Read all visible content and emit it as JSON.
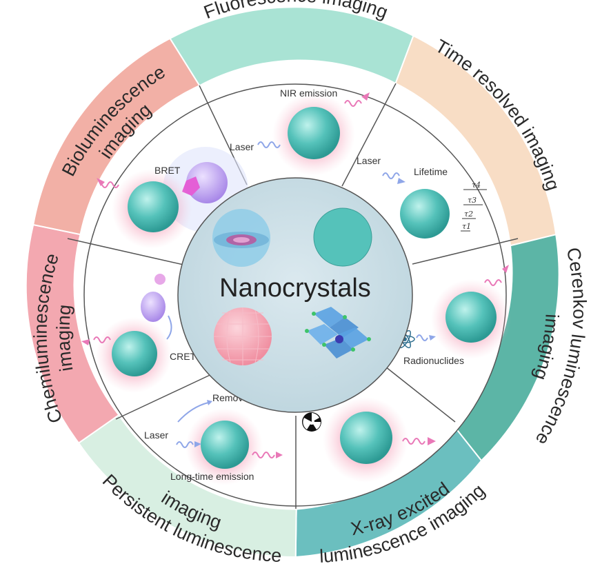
{
  "center": {
    "title": "Nanocrystals"
  },
  "segments": {
    "fluorescence": {
      "title": "Fluorescence imaging",
      "color": "#a9e3d4"
    },
    "time_resolved": {
      "title": "Time resolved imaging",
      "color": "#f8ddc5"
    },
    "cerenkov": {
      "title_line1": "Cerenkov luminescence",
      "title_line2": "imaging",
      "color": "#5cb5a6"
    },
    "xray": {
      "title_line1": "X-ray excited",
      "title_line2": "luminescence imaging",
      "color": "#6bbfbf"
    },
    "persistent": {
      "title_line1": "Persistent luminescence",
      "title_line2": "imaging",
      "color": "#d8efe2"
    },
    "chemiluminescence": {
      "title_line1": "Chemiluminescence",
      "title_line2": "imaging",
      "color": "#f3a8b0"
    },
    "bioluminescence": {
      "title_line1": "Bioluminescence",
      "title_line2": "imaging",
      "color": "#f2b0a6"
    }
  },
  "labels": {
    "nir_emission": "NIR emission",
    "laser_top": "Laser",
    "laser_tr": "Laser",
    "lifetime": "Lifetime",
    "tau4": "τ4",
    "tau3": "τ3",
    "tau2": "τ2",
    "tau1": "τ1",
    "bret": "BRET",
    "cret": "CRET",
    "radionuclides": "Radionuclides",
    "remove": "Remove",
    "laser_bottom": "Laser",
    "long_time_emission": "Long-time emission"
  },
  "icons": [
    "nanoparticle-sphere-icon",
    "wave-arrow-icon",
    "radiation-icon",
    "atom-icon",
    "luciferase-icon",
    "perovskite-lattice-icon",
    "core-shell-icon",
    "mesh-sphere-icon"
  ]
}
